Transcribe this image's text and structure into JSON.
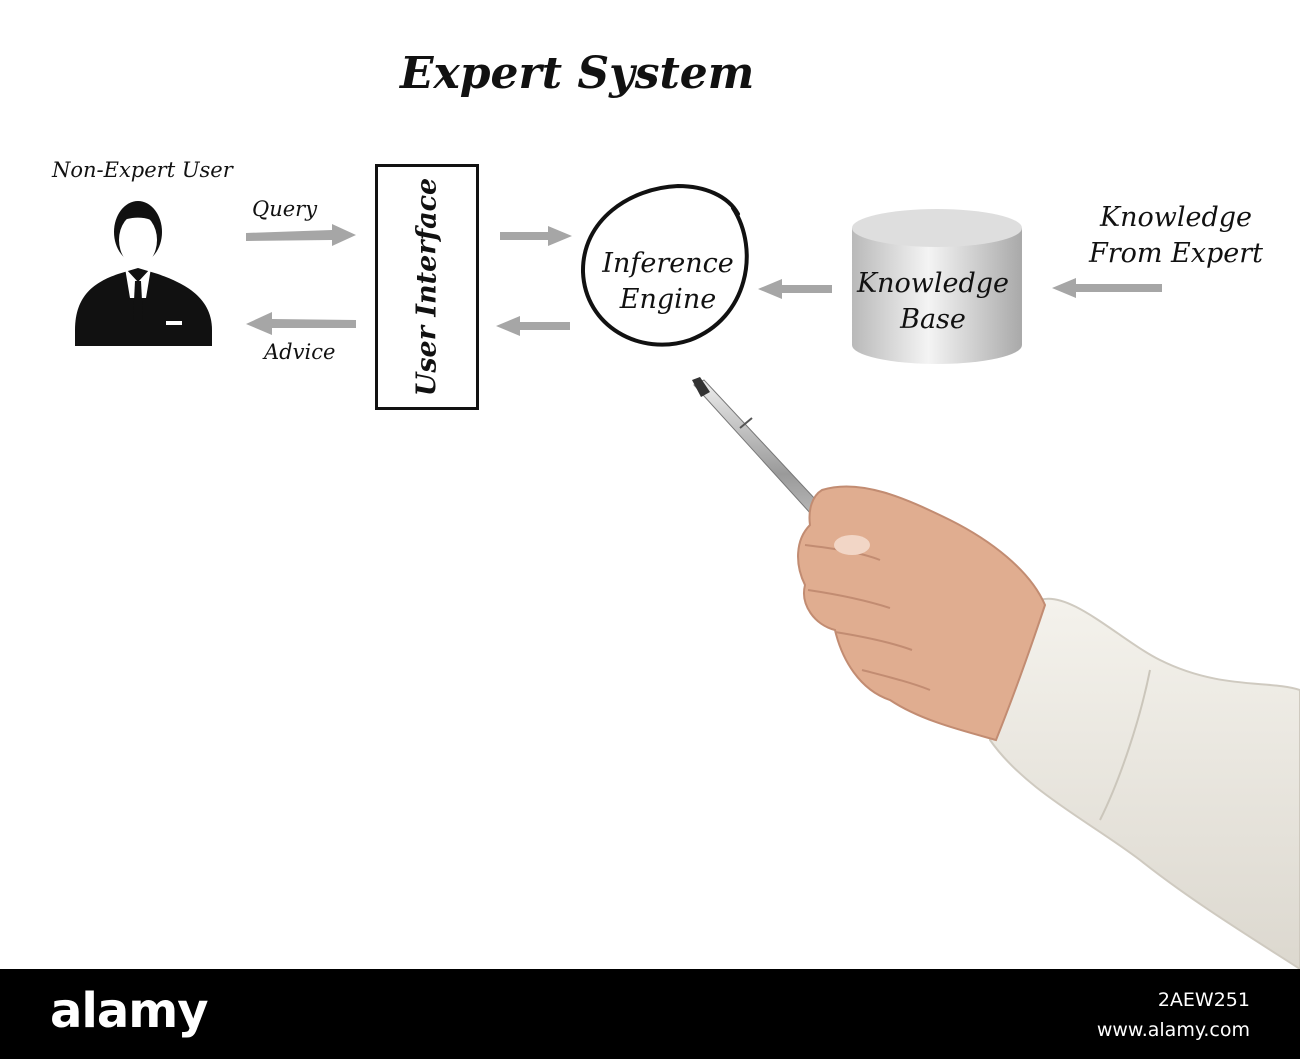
{
  "diagram": {
    "title": "Expert System",
    "user_label": "Non-Expert User",
    "query_label": "Query",
    "advice_label": "Advice",
    "ui_label": "User Interface",
    "engine_label_line1": "Inference",
    "engine_label_line2": "Engine",
    "kb_label_line1": "Knowledge",
    "kb_label_line2": "Base",
    "source_label_line1": "Knowledge",
    "source_label_line2": "From Expert",
    "arrow_color": "#a6a6a6"
  },
  "footer": {
    "brand": "alamy",
    "image_id": "2AEW251",
    "site": "www.alamy.com"
  }
}
